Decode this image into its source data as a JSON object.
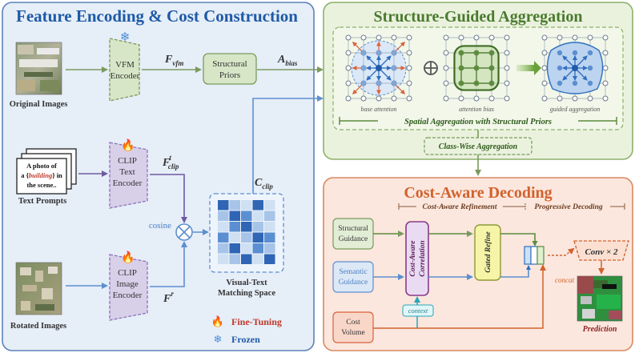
{
  "panels": {
    "left_title": "Feature Encoding & Cost Construction",
    "structure_title": "Structure-Guided Aggregation",
    "decoding_title": "Cost-Aware Decoding"
  },
  "left": {
    "original_images_label": "Original Images",
    "vfm_encoder_label_1": "VFM",
    "vfm_encoder_label_2": "Encoder",
    "f_vfm_main": "F",
    "f_vfm_sub": "vfm",
    "structural_priors_1": "Structural",
    "structural_priors_2": "Priors",
    "a_bias_main": "A",
    "a_bias_sub": "bias",
    "text_card_line1": "A photo of",
    "text_card_line2_pre": "a {",
    "text_card_line2_word": "building",
    "text_card_line2_post": "} in",
    "text_card_line3": "the scene..",
    "text_prompts_label": "Text Prompts",
    "clip_text_encoder_1": "CLIP",
    "clip_text_encoder_2": "Text",
    "clip_text_encoder_3": "Encoder",
    "f_clip_t_main": "F",
    "f_clip_t_sup": "t",
    "f_clip_t_sub": "clip",
    "c_clip_main": "C",
    "c_clip_sub": "clip",
    "cosine_label": "cosine",
    "visual_text_space_1": "Visual-Text",
    "visual_text_space_2": "Matching Space",
    "clip_image_encoder_1": "CLIP",
    "clip_image_encoder_2": "Image",
    "clip_image_encoder_3": "Encoder",
    "f_r_main": "F",
    "f_r_sup": "r",
    "rotated_images_label": "Rotated Images",
    "legend_fine_tuning": "Fine-Tuning",
    "legend_frozen": "Frozen"
  },
  "structure": {
    "base_attention_label": "base attention",
    "attention_bias_label": "attention bias",
    "guided_aggregation_label": "guided aggregation",
    "spatial_aggregation_label": "Spatial Aggregation with Structural Priors",
    "class_wise_label": "Class-Wise Aggregation"
  },
  "decoding": {
    "cost_aware_refinement_label": "Cost-Aware Refinement",
    "progressive_decoding_label": "Progressive Decoding",
    "structural_guidance_1": "Structural",
    "structural_guidance_2": "Guidance",
    "semantic_guidance_1": "Semantic",
    "semantic_guidance_2": "Guidance",
    "cost_volume_1": "Cost",
    "cost_volume_2": "Volume",
    "cost_aware_correlation_1": "Cost-Aware",
    "cost_aware_correlation_2": "Correlation",
    "gated_refine_label": "Gated Refine",
    "context_label": "context",
    "concat_label": "concat",
    "conv_label": "Conv × 2",
    "prediction_label": "Prediction"
  },
  "colors": {
    "left_panel_fill": "#e6eef8",
    "left_panel_stroke": "#5b82b9",
    "left_title": "#1f5aa6",
    "structure_panel_fill": "#eaf2de",
    "structure_panel_stroke": "#8db06a",
    "structure_title": "#4b7a2e",
    "decoding_panel_fill": "#fbe7de",
    "decoding_panel_stroke": "#d9895f",
    "decoding_title": "#d2622d",
    "clip_purple": "#8a72b8",
    "flame": "#e8632a",
    "snow": "#4b8fd4"
  },
  "icons": {
    "flame": "flame-icon",
    "snow": "snowflake-icon",
    "oplus": "circle-plus-icon",
    "otimes": "circle-times-icon"
  }
}
